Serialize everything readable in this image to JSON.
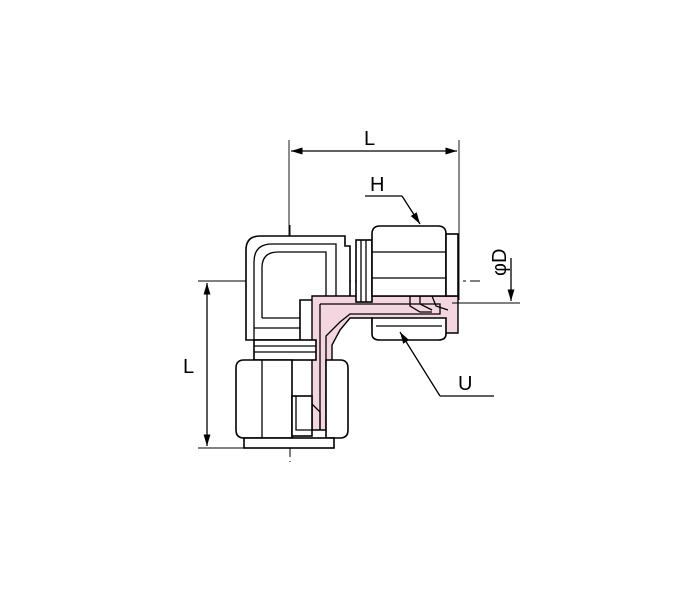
{
  "labels": {
    "length_top": "L",
    "length_left": "L",
    "hex": "H",
    "diameter": "φD",
    "thread": "U"
  },
  "colors": {
    "section_fill": "#f4d6e0",
    "line": "#000000"
  }
}
